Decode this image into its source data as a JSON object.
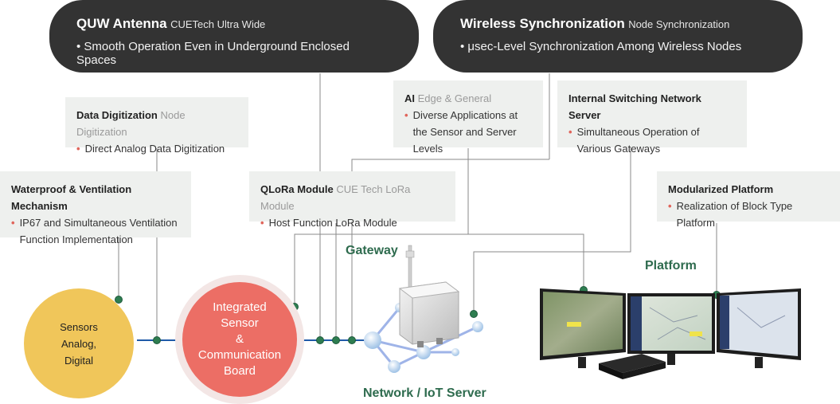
{
  "pills": [
    {
      "title": "QUW Antenna",
      "sub": "CUETech Ultra Wide",
      "bullet": "• Smooth Operation Even in Underground Enclosed Spaces"
    },
    {
      "title": "Wireless Synchronization",
      "sub": "Node Synchronization",
      "bullet": "• μsec-Level Synchronization Among Wireless Nodes"
    }
  ],
  "boxes": {
    "digitization": {
      "title": "Data Digitization",
      "sub": "Node Digitization",
      "bullets": [
        "Direct Analog Data Digitization"
      ]
    },
    "ai": {
      "title": "AI",
      "sub": "Edge & General",
      "bullets": [
        "Diverse Applications at the Sensor and Server Levels"
      ]
    },
    "switching": {
      "title": "Internal Switching Network Server",
      "sub": "",
      "bullets": [
        "Simultaneous Operation of Various Gateways"
      ]
    },
    "waterproof": {
      "title": "Waterproof & Ventilation Mechanism",
      "sub": "",
      "bullets": [
        "IP67 and Simultaneous Ventilation Function Implementation"
      ]
    },
    "qlora": {
      "title": "QLoRa Module",
      "sub": "CUE Tech LoRa Module",
      "bullets": [
        "Host Function LoRa Module"
      ]
    },
    "modular": {
      "title": "Modularized Platform",
      "sub": "",
      "bullets": [
        "Realization of Block Type Platform"
      ]
    }
  },
  "labels": {
    "gateway": "Gateway",
    "platform": "Platform",
    "network": "Network / IoT Server"
  },
  "sensors": {
    "line1": "Sensors",
    "line2": "Analog,",
    "line3": "Digital"
  },
  "board": {
    "line1": "Integrated",
    "line2": "Sensor",
    "line3": "&",
    "line4": "Communication",
    "line5": "Board"
  },
  "icons": {
    "gateway": "gateway-device-icon",
    "monitors": "monitor-array-icon",
    "server": "server-box-icon",
    "network": "network-nodes-icon"
  },
  "colors": {
    "pill": "#333333",
    "box": "#eef0ee",
    "bullet": "#e0645a",
    "green": "#2e6b4e",
    "sensors": "#f0c65a",
    "board": "#ec6e65",
    "node": "#2e7d50",
    "link": "#1f5aa8"
  }
}
